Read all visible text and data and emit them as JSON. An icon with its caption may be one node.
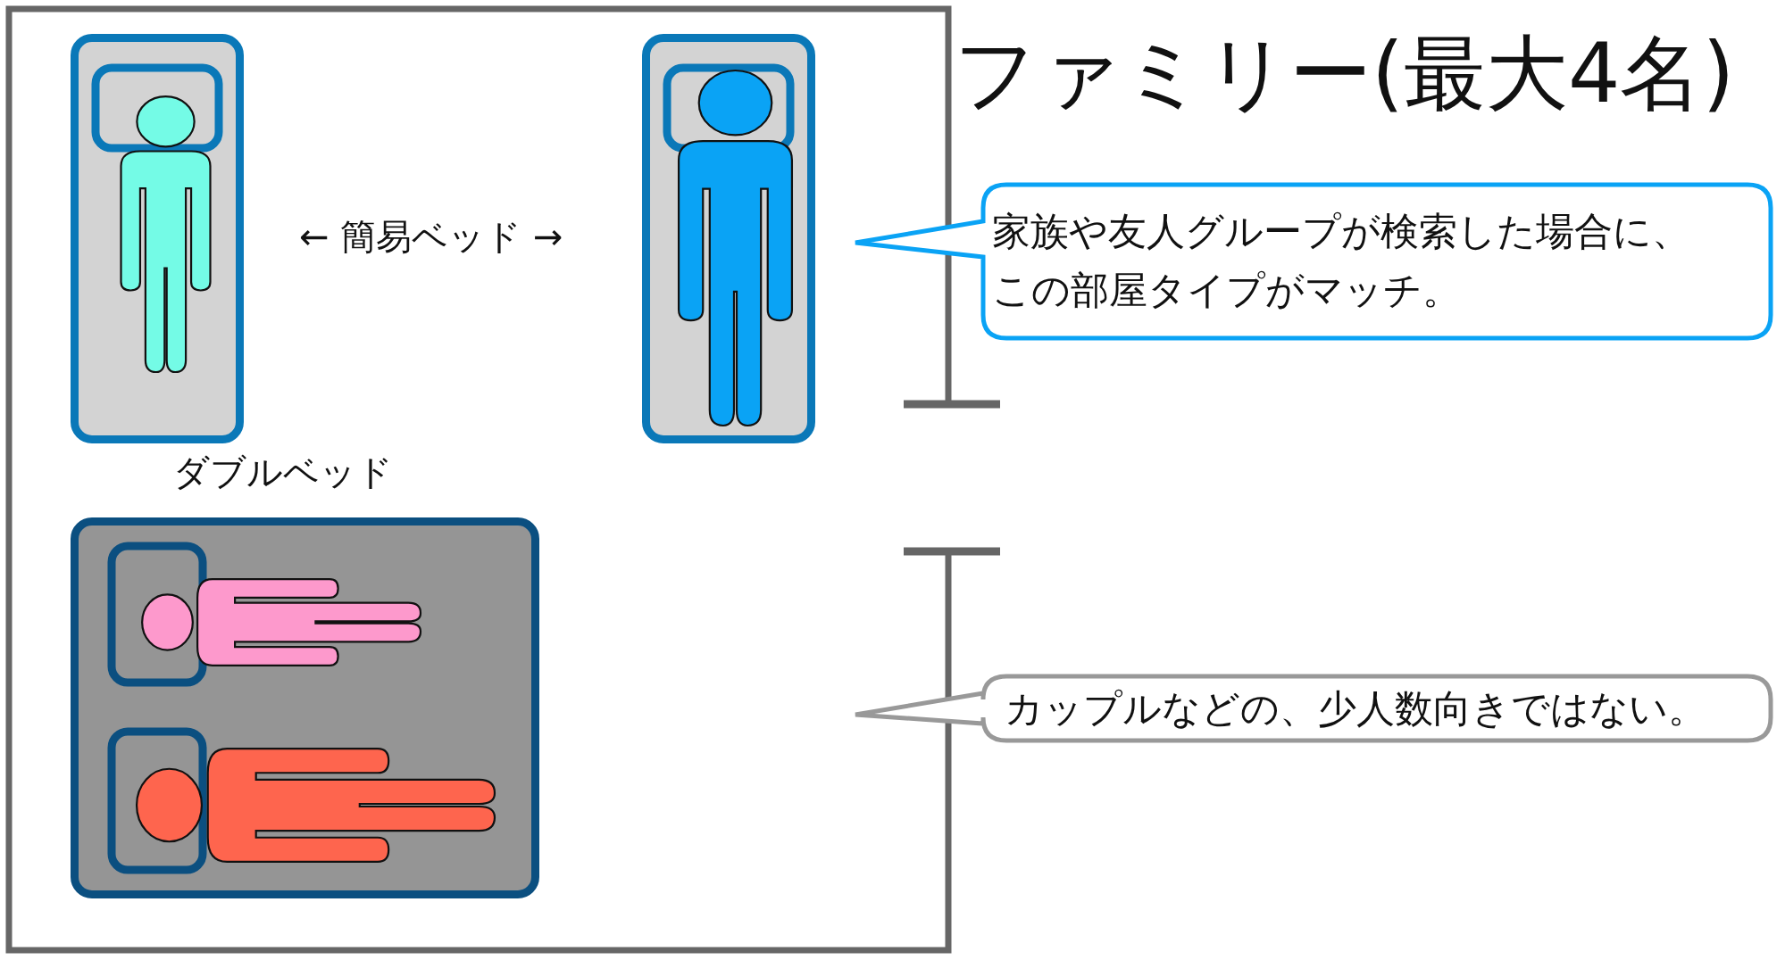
{
  "diagram": {
    "title": "ファミリー(最大4名)",
    "nodes": [
      {
        "text": [],
        "shape": "box"
      },
      {
        "text": [],
        "shape": "box"
      },
      {
        "text": [
          "ダブルベッド"
        ]
      },
      {
        "text": [
          "家族や友人グループが検索した場合に、この部屋タイプがマッチ。"
        ]
      },
      {
        "text": [
          "カップルなどの、少人数向きではない。"
        ]
      }
    ],
    "labels": [
      "← 簡易ベッド →"
    ]
  }
}
